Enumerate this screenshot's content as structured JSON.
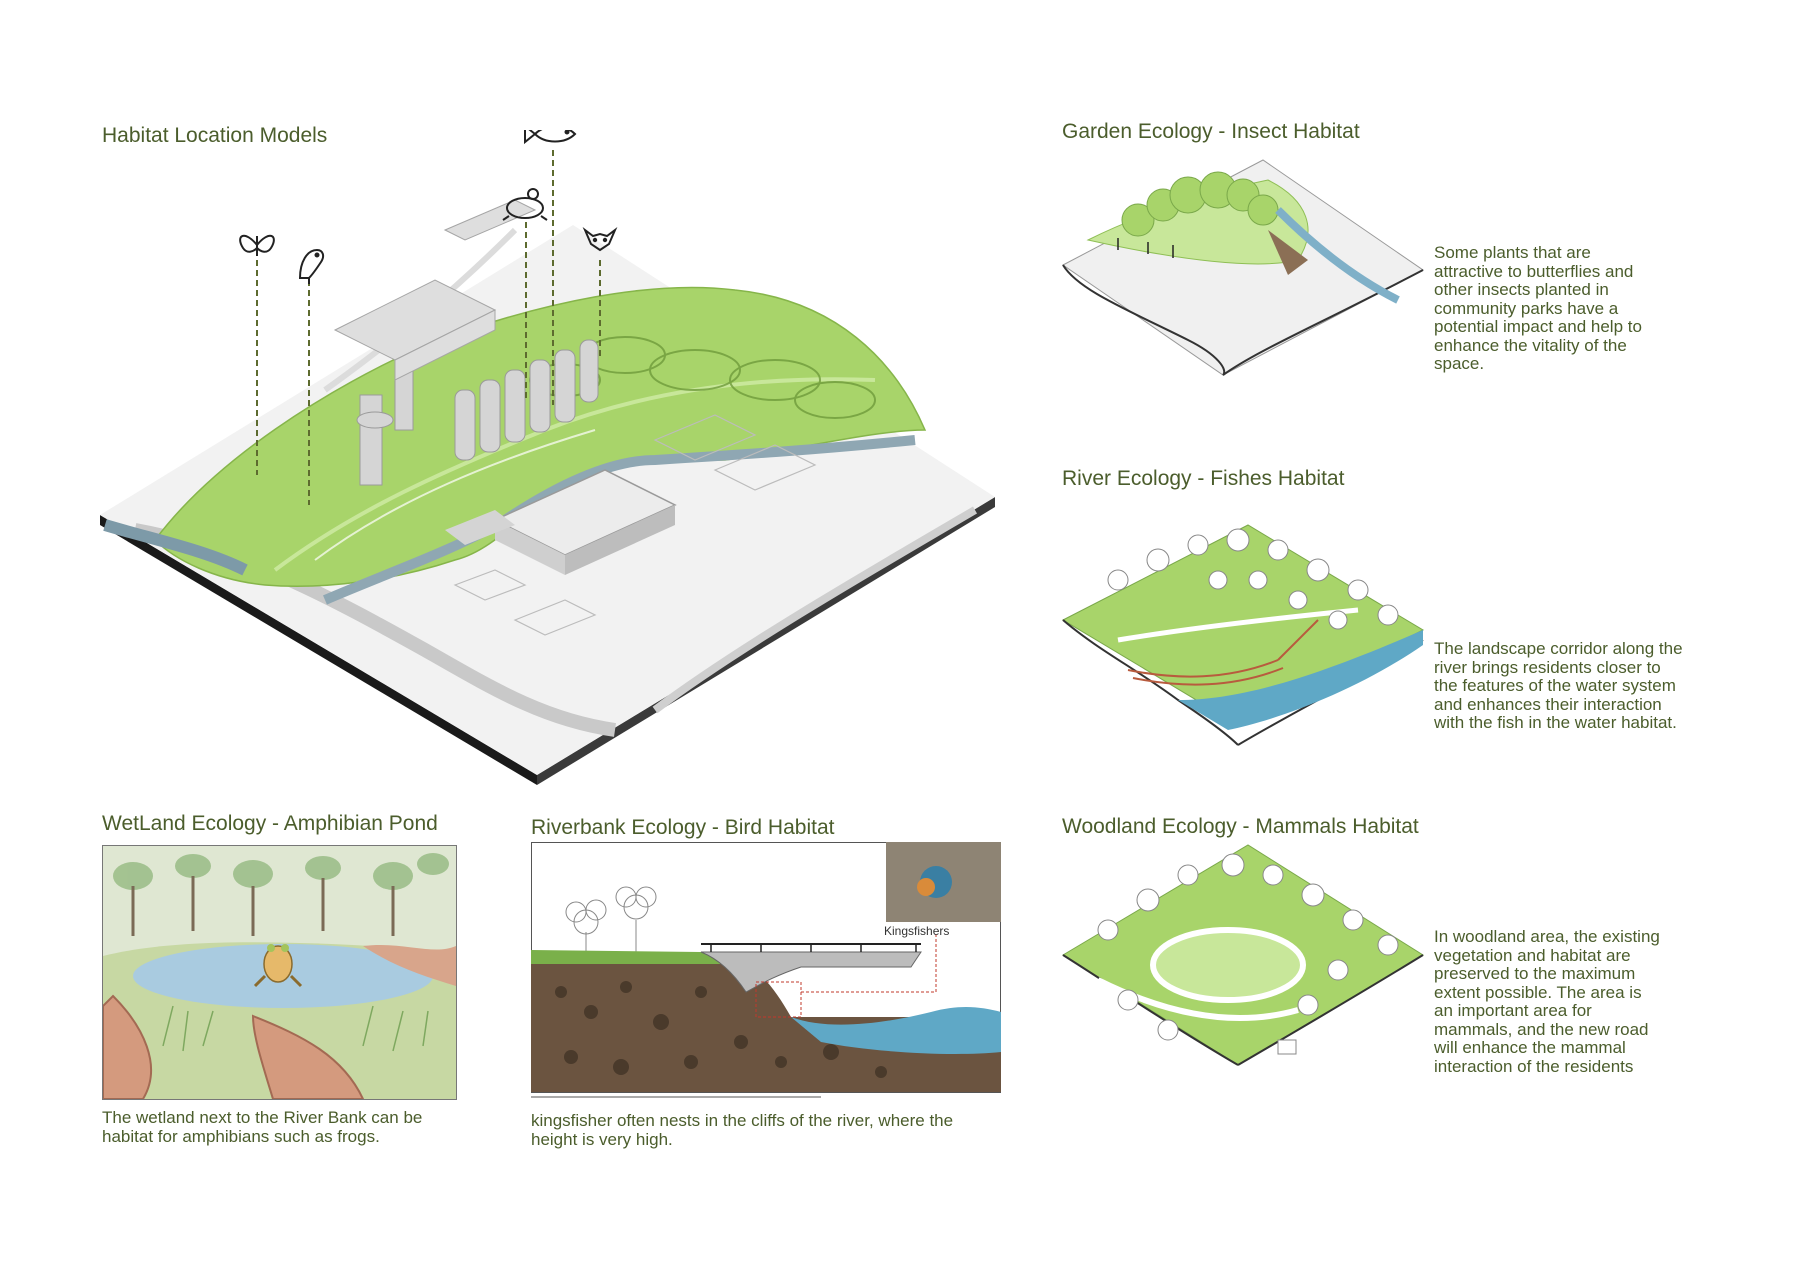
{
  "colors": {
    "text": "#4b5d2c",
    "grass": "#a8d46a",
    "grass_light": "#c8e79a",
    "water": "#5fa8c6",
    "slab": "#2b2b2b",
    "building": "#d8d8d8"
  },
  "main": {
    "title": "Habitat Location Models",
    "markers": [
      {
        "name": "butterfly-icon"
      },
      {
        "name": "bird-icon"
      },
      {
        "name": "frog-icon"
      },
      {
        "name": "fish-icon"
      },
      {
        "name": "fox-icon"
      }
    ]
  },
  "garden": {
    "title": "Garden Ecology -  Insect Habitat",
    "desc": "Some plants that are attractive to butterflies and other insects planted in community parks have a potential impact and help to enhance the vitality of the space."
  },
  "river": {
    "title": "River Ecology - Fishes Habitat",
    "desc": "The landscape corridor along the river brings residents closer to the features of the water system and enhances their interaction with the fish in the water habitat."
  },
  "woodland": {
    "title": "Woodland Ecology - Mammals Habitat",
    "desc": "In woodland area, the existing vegetation and habitat are preserved to the maximum extent possible. The area is an important area for mammals, and the new road will enhance the mammal interaction of the residents"
  },
  "wetland": {
    "title": "WetLand Ecology - Amphibian Pond",
    "desc": "The wetland next to the River Bank can be habitat for amphibians such as frogs."
  },
  "riverbank": {
    "title": "Riverbank Ecology - Bird Habitat",
    "photo_label": "Kingsfishers",
    "desc": "kingsfisher often nests in the cliffs of the river, where the height is very high."
  }
}
